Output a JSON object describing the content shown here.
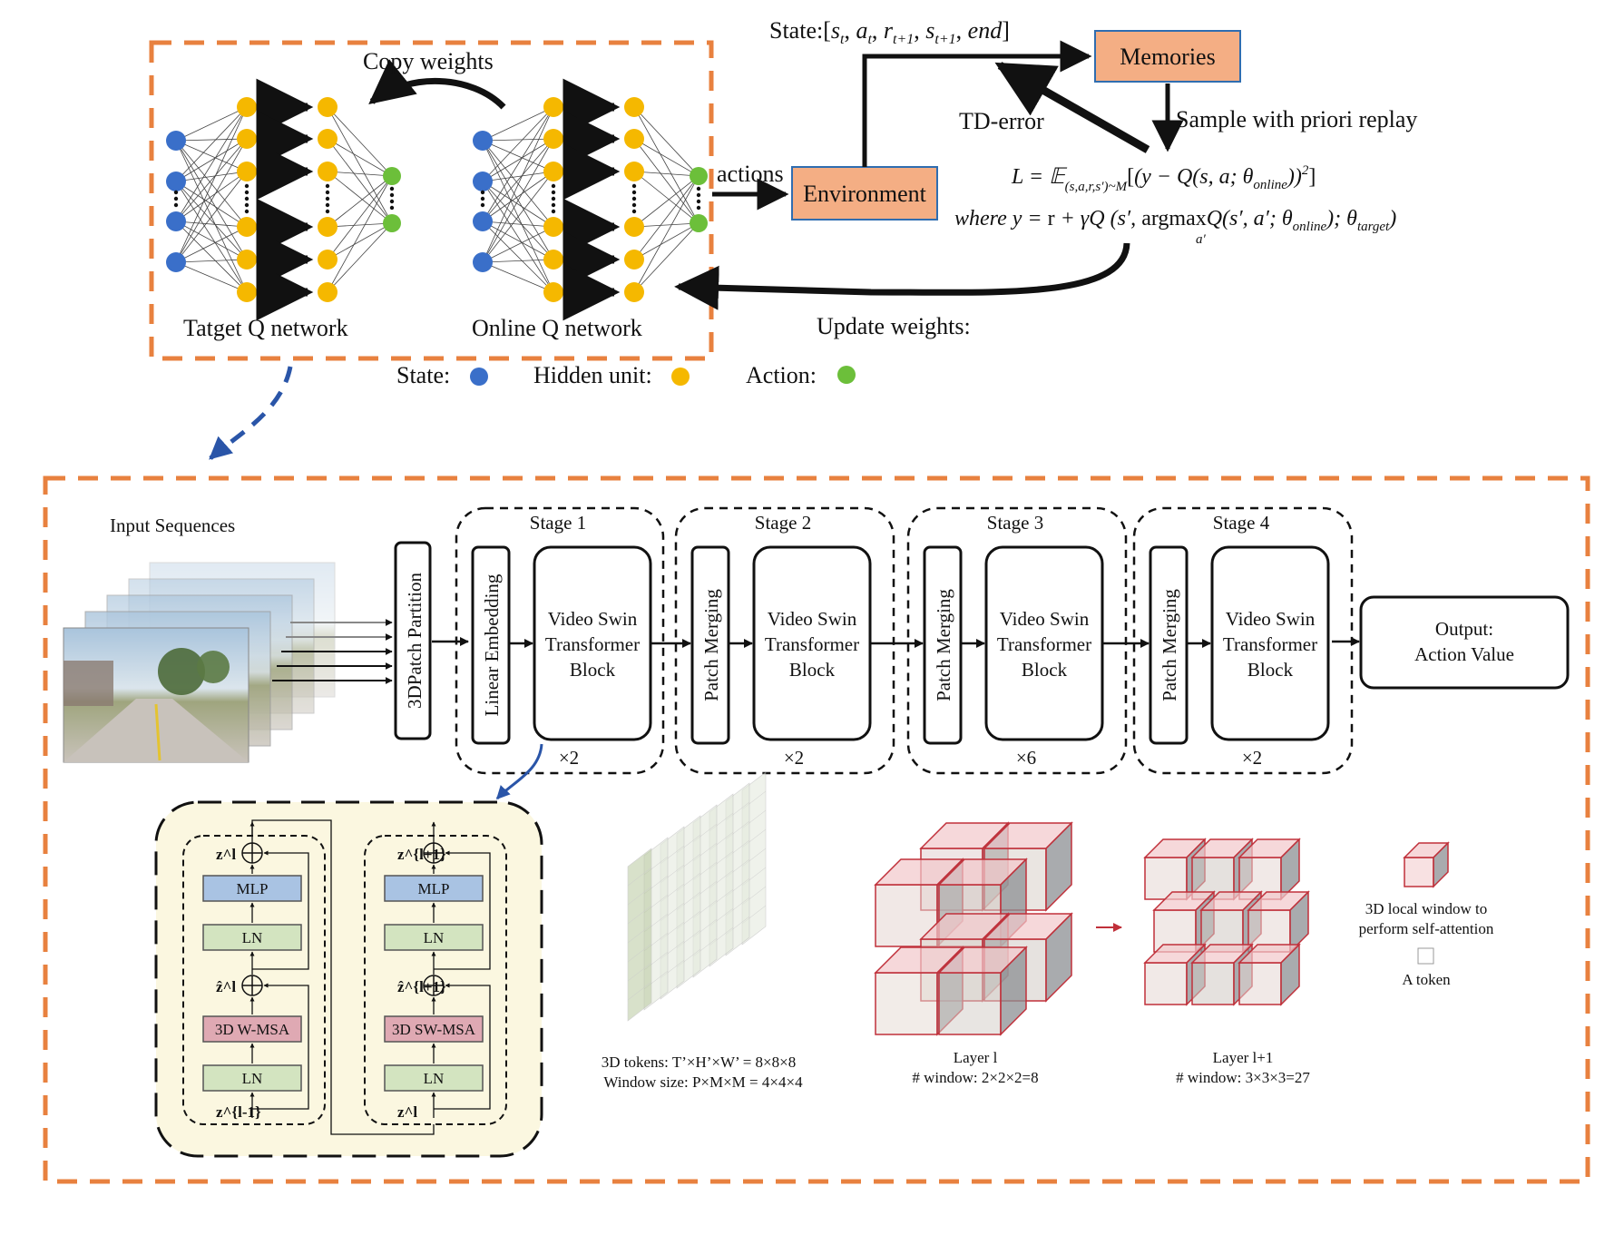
{
  "top": {
    "copy_weights": "Copy weights",
    "target_net": "Tatget Q network",
    "online_net": "Online Q network",
    "state_tuple": "State:[s",
    "state_tuple_full": "State:[s_t, a_t, r_{t+1}, s_{t+1}, end]",
    "memories": "Memories",
    "environment": "Environment",
    "actions": "actions",
    "td_error": "TD-error",
    "sample": "Sample with priori replay",
    "loss_eq": "L = E_(s,a,r,s')~M [(y − Q(s, a; θ_online))^2]",
    "where_eq": "where y = r + γQ (s', argmax_a' Q(s', a'; θ_online); θ_target)",
    "update": "Update weights:",
    "legend_state": "State:",
    "legend_hidden": "Hidden unit:",
    "legend_action": "Action:"
  },
  "bottom": {
    "input_seq": "Input Sequences",
    "patch_partition": "3DPatch Partition",
    "linear_embedding": "Linear Embedding",
    "patch_merging": "Patch Merging",
    "vst_block_l1": "Video Swin",
    "vst_block_l2": "Transformer",
    "vst_block_l3": "Block",
    "stages": [
      {
        "title": "Stage 1",
        "repeat": "×2"
      },
      {
        "title": "Stage 2",
        "repeat": "×2"
      },
      {
        "title": "Stage 3",
        "repeat": "×6"
      },
      {
        "title": "Stage 4",
        "repeat": "×2"
      }
    ],
    "output_l1": "Output:",
    "output_l2": "Action Value",
    "block_left": {
      "mlp": "MLP",
      "ln1": "LN",
      "msa": "3D W-MSA",
      "ln2": "LN",
      "z_out": "z^l",
      "z_hat": "ẑ^l",
      "z_in": "z^{l-1}"
    },
    "block_right": {
      "mlp": "MLP",
      "ln1": "LN",
      "msa": "3D SW-MSA",
      "ln2": "LN",
      "z_out": "z^{l+1}",
      "z_hat": "ẑ^{l+1}",
      "z_in": "z^l"
    },
    "tokens_l1": "3D tokens: T’×H’×W’ = 8×8×8",
    "tokens_l2": "Window size: P×M×M = 4×4×4",
    "layer_l": "Layer l",
    "window_l": "# window: 2×2×2=8",
    "layer_l1": "Layer l+1",
    "window_l1": "# window: 3×3×3=27",
    "legend_window_l1": "3D local window to",
    "legend_window_l2": "perform self-attention",
    "legend_token": "A token"
  },
  "colors": {
    "orange_dash": "#e8813f",
    "box_fill": "#f4ae84",
    "state_node": "#3a6fc9",
    "hidden_node": "#f5b800",
    "action_node": "#6cbf3a",
    "block_bg": "#fbf7e0",
    "mlp_fill": "#a9c3e3",
    "ln_fill": "#d3e4c0",
    "msa_fill": "#dfa9b3",
    "cube_red": "#c0303a",
    "link_blue": "#2a55a8"
  }
}
